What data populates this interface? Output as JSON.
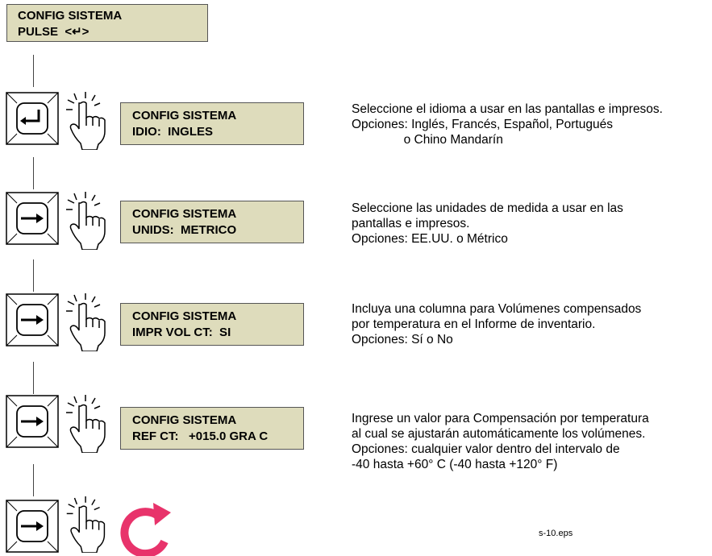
{
  "header": {
    "line1": "CONFIG SISTEMA",
    "line2": "PULSE  <↵>"
  },
  "steps": [
    {
      "key_icon": "enter-key-icon",
      "lcd_line1": "CONFIG SISTEMA",
      "lcd_line2": "IDIO:  INGLES",
      "desc": [
        "Seleccione el idioma a usar en las pantallas e impresos.",
        "Opciones: Inglés, Francés, Español, Portugués",
        "               o Chino Mandarín"
      ]
    },
    {
      "key_icon": "right-arrow-key-icon",
      "lcd_line1": "CONFIG SISTEMA",
      "lcd_line2": "UNIDS:  METRICO",
      "desc": [
        "Seleccione las unidades de medida a usar en las",
        "pantallas e impresos.",
        "Opciones: EE.UU. o Métrico"
      ]
    },
    {
      "key_icon": "right-arrow-key-icon",
      "lcd_line1": "CONFIG SISTEMA",
      "lcd_line2": "IMPR VOL CT:  SI",
      "desc": [
        "Incluya una columna para Volúmenes compensados",
        "por temperatura en el Informe de inventario.",
        "Opciones: Sí o No"
      ]
    },
    {
      "key_icon": "right-arrow-key-icon",
      "lcd_line1": "CONFIG SISTEMA",
      "lcd_line2": "REF CT:   +015.0 GRA C",
      "desc": [
        "Ingrese un valor para Compensación por temperatura",
        "al cual se ajustarán automáticamente los volúmenes.",
        "Opciones: cualquier valor dentro del intervalo de",
        "-40 hasta +60° C (-40 hasta +120° F)"
      ]
    }
  ],
  "final_step": {
    "key_icon": "right-arrow-key-icon",
    "loop_icon": "loop-arrow-icon",
    "loop_color": "#e8336b"
  },
  "file_ref": "s-10.eps"
}
